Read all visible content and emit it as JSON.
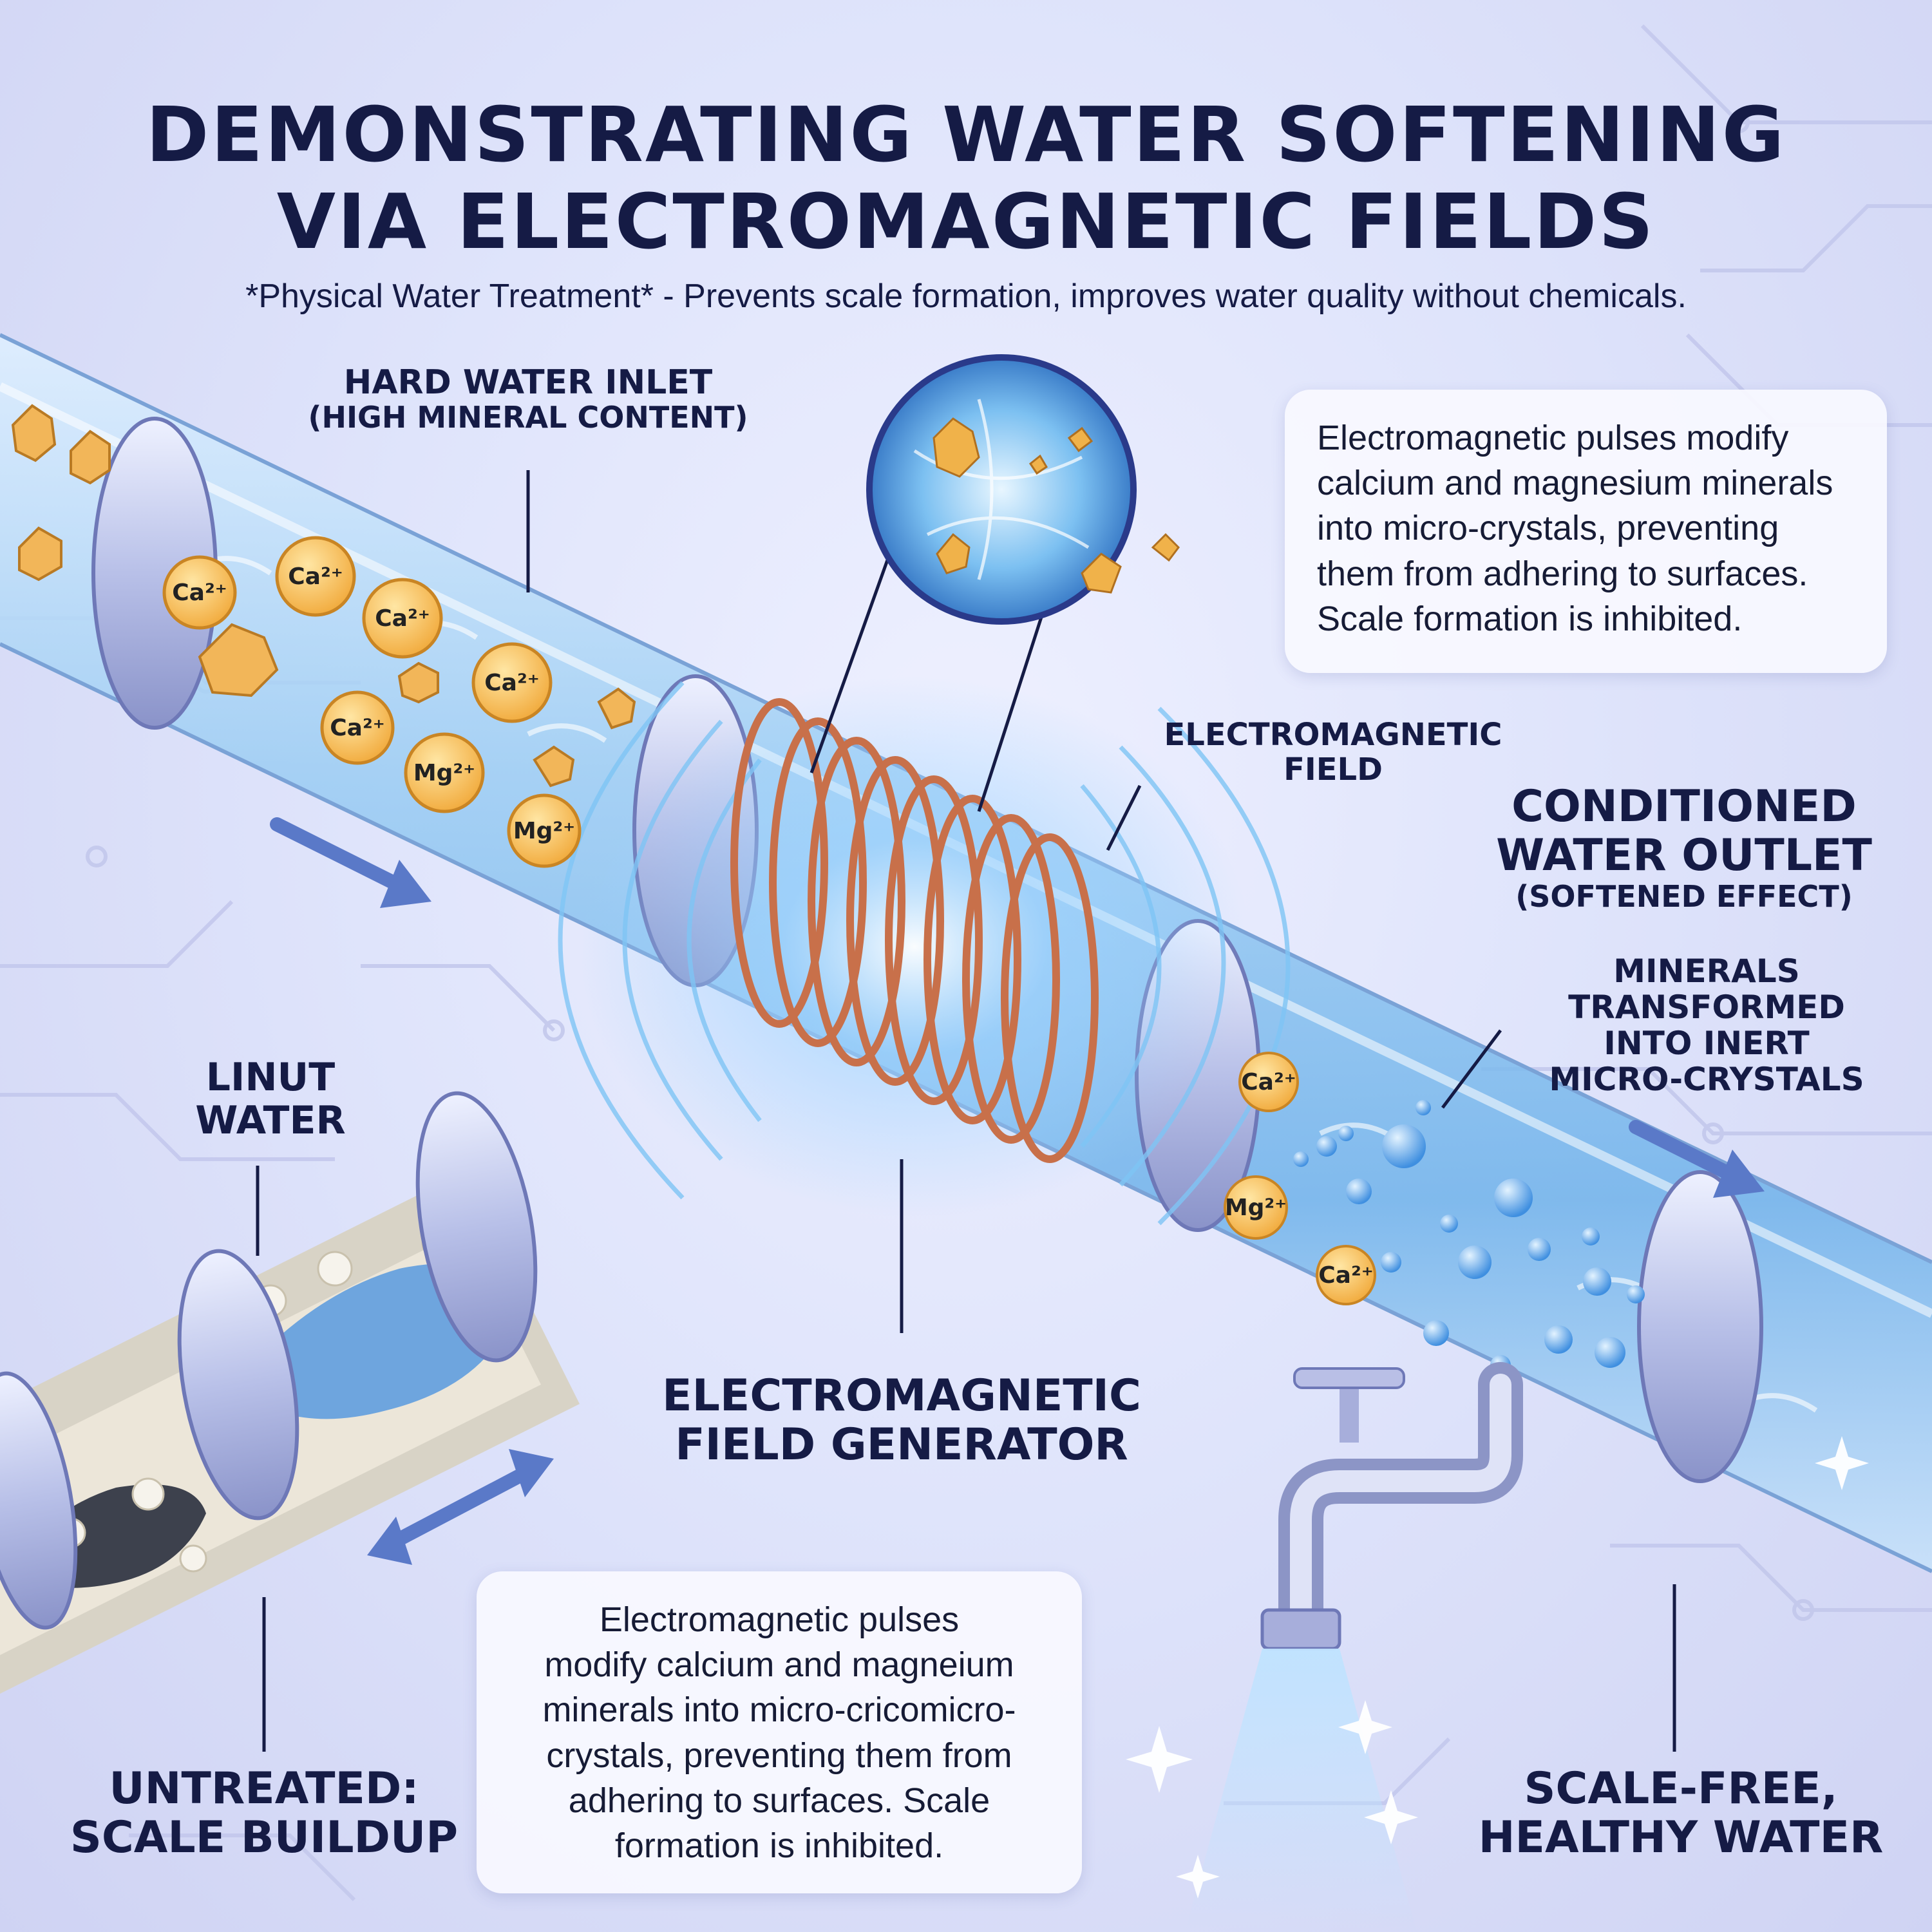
{
  "header": {
    "title_line1": "DEMONSTRATING WATER SOFTENING",
    "title_line2": "VIA ELECTROMAGNETIC FIELDS",
    "subtitle": "*Physical Water Treatment* - Prevents scale formation, improves water quality without chemicals."
  },
  "labels": {
    "inlet_title": "HARD WATER INLET",
    "inlet_sub": "(HIGH MINERAL CONTENT)",
    "field": [
      "ELECTROMAGNETIC",
      "FIELD"
    ],
    "outlet_title": [
      "CONDITIONED",
      "WATER OUTLET"
    ],
    "outlet_sub": "(SOFTENED EFFECT)",
    "minerals": [
      "MINERALS",
      "TRANSFORMED",
      "INTO INERT",
      "MICRO-CRYSTALS"
    ],
    "linut": [
      "LINUT",
      "WATER"
    ],
    "generator": [
      "ELECTROMAGNETIC",
      "FIELD GENERATOR"
    ],
    "untreated": [
      "UNTREATED:",
      "SCALE BUILDUP"
    ],
    "scalefree": [
      "SCALE-FREE,",
      "HEALTHY WATER"
    ]
  },
  "notes": {
    "top_right": [
      "Electromagnetic pulses modify",
      "calcium and magnesium minerals",
      "into micro-crystals, preventing",
      "them from adhering to surfaces.",
      "Scale formation is inhibited."
    ],
    "bottom_center": [
      "Electromagnetic pulses",
      "modify calcium and magneium",
      "minerals into micro-cricomicro-",
      "crystals, preventing them from",
      "adhering to surfaces. Scale",
      "formation is inhibited."
    ]
  },
  "ions": {
    "inlet": [
      "Ca²⁺",
      "Ca²⁺",
      "Ca²⁺",
      "Ca²⁺",
      "Ca²⁺",
      "Mg²⁺",
      "Mg²⁺"
    ],
    "outlet": [
      "Ca²⁺",
      "Mg²⁺",
      "Ca²⁺"
    ]
  },
  "colors": {
    "title": "#151b45",
    "pipe_water": "#a9d3f5",
    "coil": "#c8704a",
    "crystal": "#f0b24a",
    "arrow": "#5a79c8",
    "scale": "#e8e2d6"
  }
}
